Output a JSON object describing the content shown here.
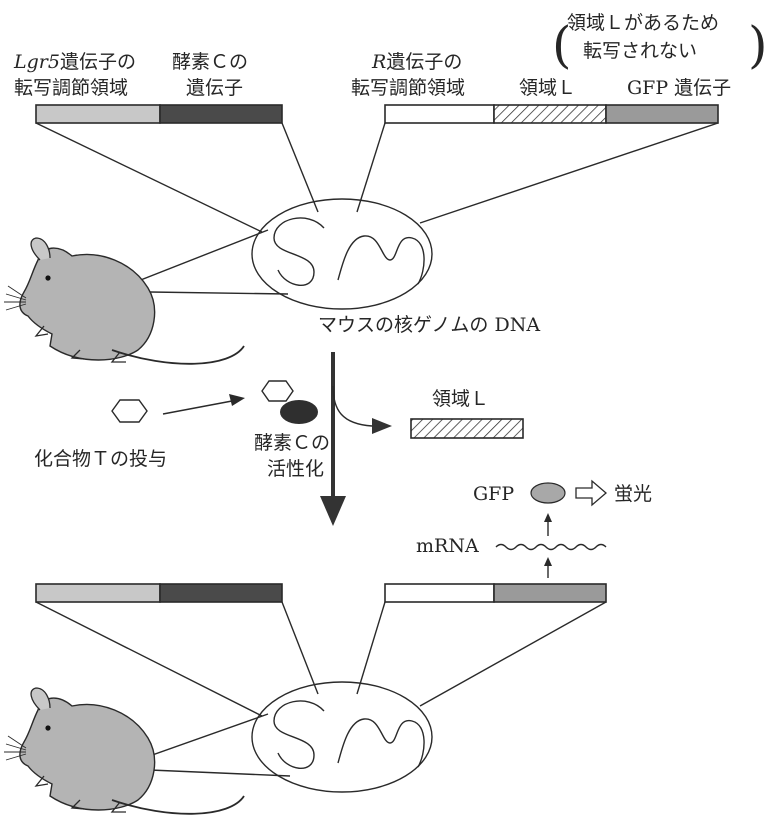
{
  "labels": {
    "lgr5_italic": "Lgr5",
    "lgr5_rest": "遺伝子の",
    "lgr5_line2": "転写調節領域",
    "enzymeC_line1": "酵素Ｃの",
    "enzymeC_line2": "遺伝子",
    "r_italic": "R",
    "r_rest": "遺伝子の",
    "r_line2": "転写調節領域",
    "regionL": "領域Ｌ",
    "gfp_gene": "GFP 遺伝子",
    "note_line1": "領域Ｌがあるため",
    "note_line2": "転写されない",
    "nucleus_caption": "マウスの核ゲノムの DNA",
    "compound_T": "化合物Ｔの投与",
    "enzyme_active_line1": "酵素Ｃの",
    "enzyme_active_line2": "活性化",
    "regionL_removed": "領域Ｌ",
    "gfp_protein": "GFP",
    "fluorescence": "蛍光",
    "mrna": "mRNA"
  },
  "colors": {
    "lgr5_region": "#c8c8c8",
    "enzymeC_gene": "#4a4a4a",
    "r_region": "#ffffff",
    "gfp_gene": "#9a9a9a",
    "mouse_body": "#b4b4b4",
    "gfp_protein": "#a8a8a8"
  },
  "icons": {
    "compound": "hexagon-icon",
    "enzyme": "enzyme-oval-icon",
    "fluorescence_arrow": "hollow-arrow-icon",
    "mouse": "mouse-icon"
  }
}
